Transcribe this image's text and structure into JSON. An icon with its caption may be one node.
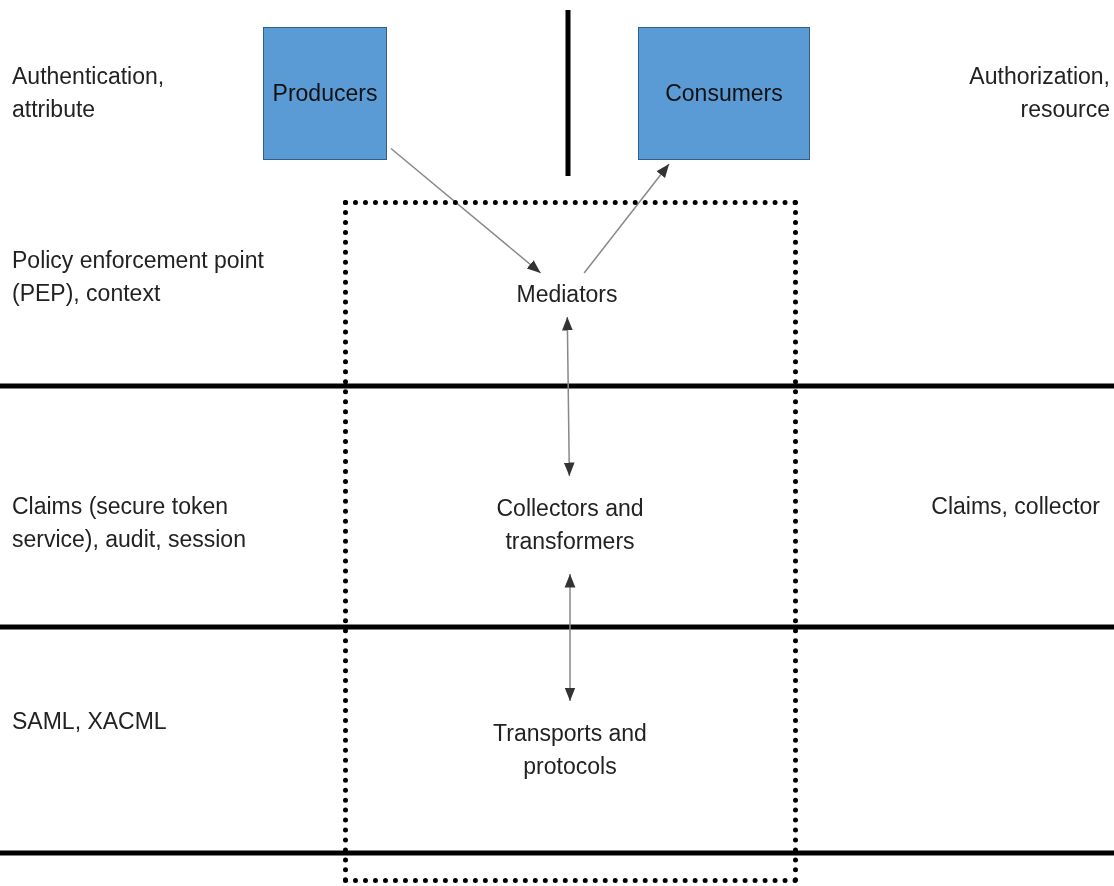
{
  "diagram": {
    "nodes": [
      {
        "text": [
          "Producers"
        ]
      },
      {
        "text": [
          "Consumers"
        ]
      },
      {
        "text": [],
        "shape": "box"
      },
      {
        "text": [
          "Mediators"
        ],
        "in": 2
      },
      {
        "text": [
          "Collectors and transformers"
        ],
        "in": 2
      },
      {
        "text": [
          "Transports and protocols"
        ],
        "in": 2
      }
    ],
    "edges": [
      {
        "from": 0,
        "to": 3,
        "arrow": "to"
      },
      {
        "from": 3,
        "to": 1,
        "arrow": "to"
      },
      {
        "from": 3,
        "to": 4,
        "arrow": "both"
      },
      {
        "from": 4,
        "to": 5,
        "arrow": "both"
      }
    ],
    "labels": [
      "Authentication, attribute",
      "Authorization, resource",
      "Policy enforcement point (PEP), context",
      "Claims (secure token service), audit, session",
      "Claims, collector",
      "SAML, XACML"
    ]
  }
}
